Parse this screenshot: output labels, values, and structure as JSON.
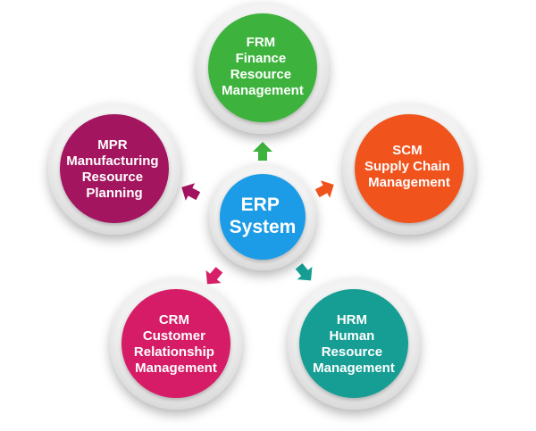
{
  "center": {
    "lines": [
      "ERP",
      "System"
    ],
    "color": "#1e9be6"
  },
  "nodes": [
    {
      "id": "frm",
      "lines": [
        "FRM",
        "Finance",
        "Resource",
        "Management"
      ],
      "color": "#3cb33c"
    },
    {
      "id": "scm",
      "lines": [
        "SCM",
        "Supply Chain",
        "Management"
      ],
      "color": "#f0521c"
    },
    {
      "id": "hrm",
      "lines": [
        "HRM",
        "Human",
        "Resource",
        "Management"
      ],
      "color": "#169e94"
    },
    {
      "id": "crm",
      "lines": [
        "CRM",
        "Customer",
        "Relationship",
        "Management"
      ],
      "color": "#d61f66"
    },
    {
      "id": "mpr",
      "lines": [
        "MPR",
        "Manufacturing",
        "Resource",
        "Planning"
      ],
      "color": "#a3125e"
    }
  ]
}
